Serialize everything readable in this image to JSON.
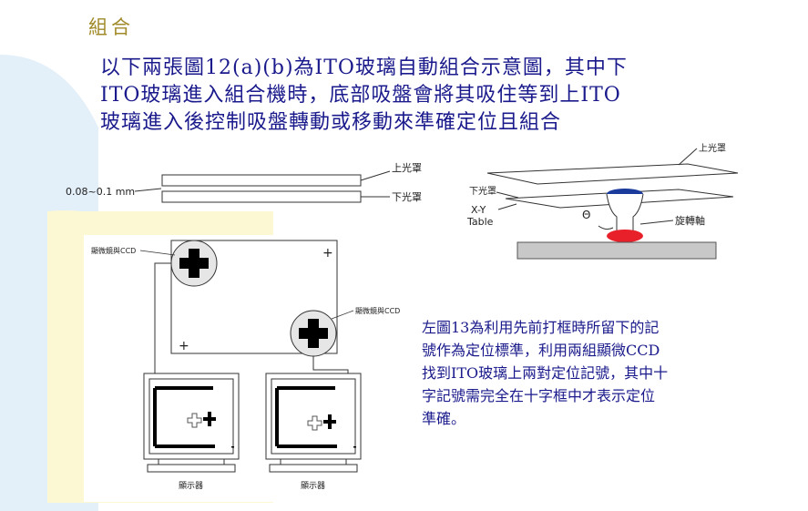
{
  "title": "組合",
  "intro_lines": [
    "以下兩張圖12(a)(b)為ITO玻璃自動組合示意圖，其中下",
    "ITO玻璃進入組合機時，底部吸盤會將其吸住等到上ITO",
    "玻璃進入後控制吸盤轉動或移動來準確定位且組合"
  ],
  "figure_a": {
    "gap_label": "0.08~0.1 mm",
    "upper_mask_label": "上光罩",
    "lower_mask_label": "下光罩"
  },
  "figure_b": {
    "upper_mask_label": "上光罩",
    "lower_mask_label": "下光罩",
    "table_label_line1": "X-Y",
    "table_label_line2": "Table",
    "theta_label": "Θ",
    "axis_label": "旋轉軸"
  },
  "figure_13": {
    "ccd_label_left": "顯微鏡與CCD",
    "ccd_label_right": "顯微鏡與CCD",
    "monitor_label_left": "顯示器",
    "monitor_label_right": "顯示器"
  },
  "description_lines": [
    "左圖13為利用先前打框時所留下的記",
    "號作為定位標準，利用兩組顯微CCD",
    "找到ITO玻璃上兩對定位記號，其中十",
    "字記號需完全在十字框中才表示定位",
    "準確。"
  ],
  "colors": {
    "title": "#a08a2a",
    "body_text": "#1a1a8c",
    "decor_blue": "#dbeaf7",
    "decor_yellow": "#fdf6c8",
    "suction_top": "#1a3a9c",
    "suction_bottom": "#e8202a"
  }
}
